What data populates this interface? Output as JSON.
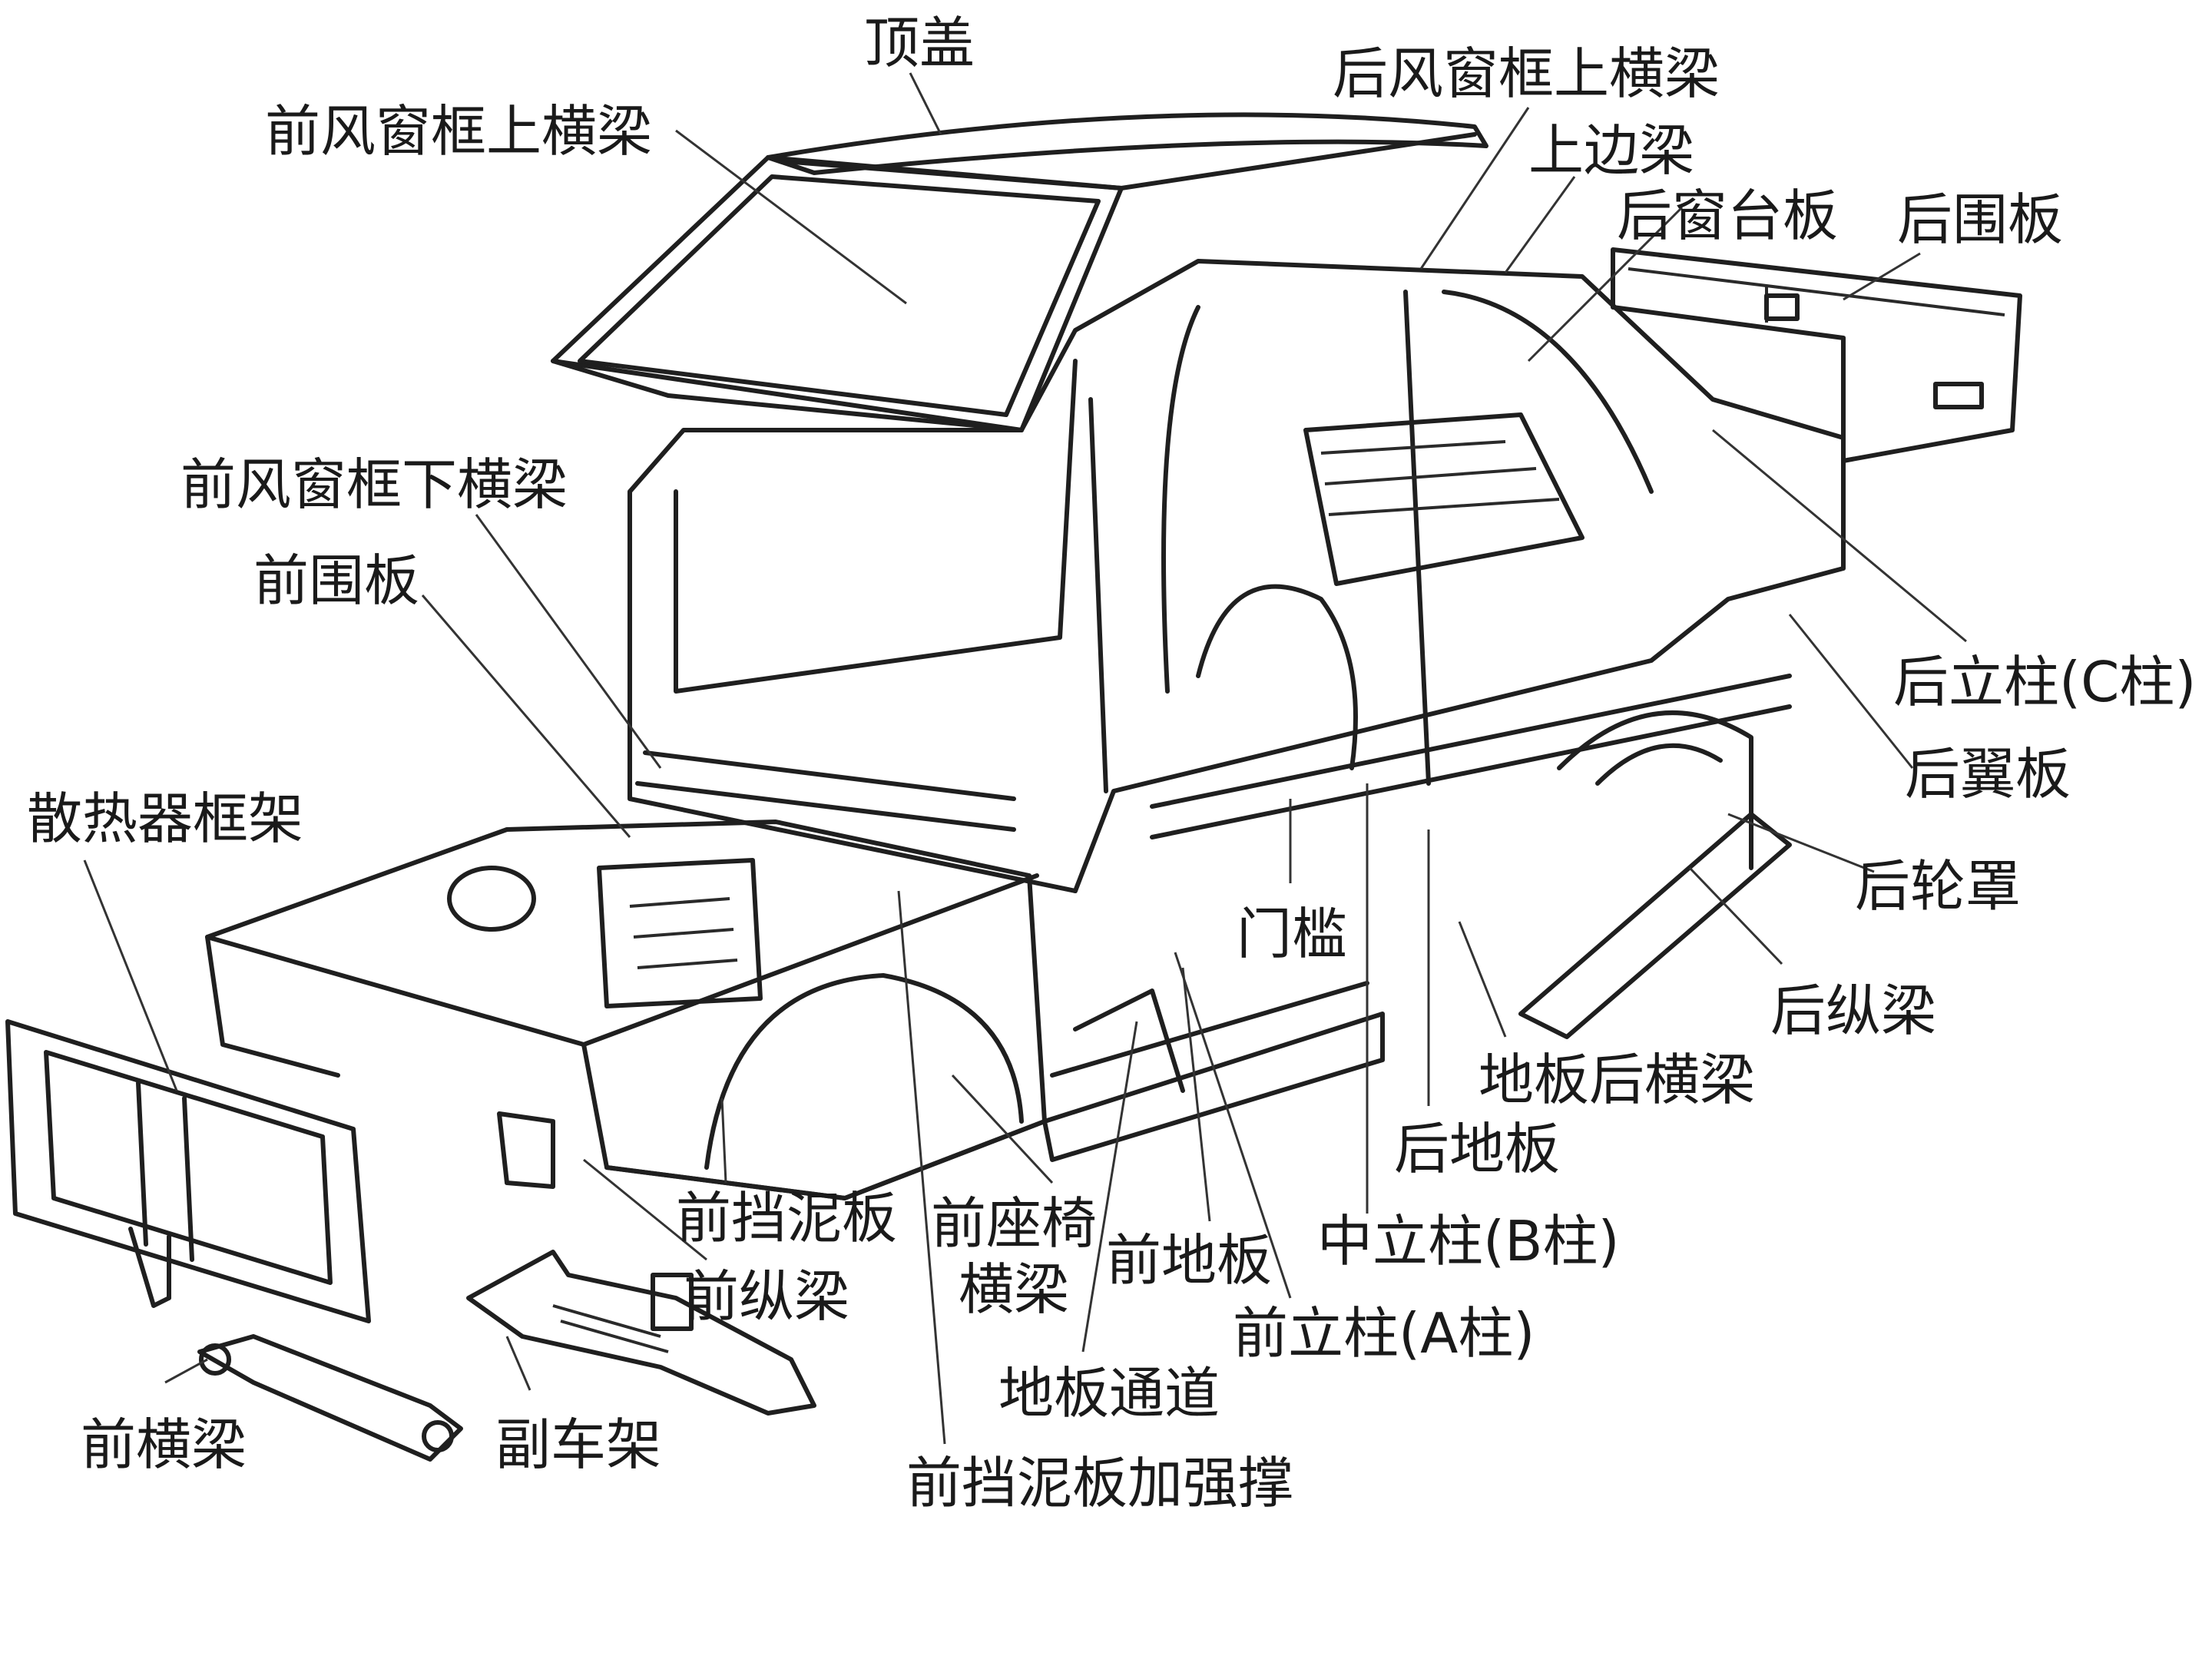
{
  "labels": {
    "roof": "顶盖",
    "rear_window_upper_rail": "后风窗框上横梁",
    "front_window_upper_rail": "前风窗框上横梁",
    "upper_side_rail": "上边梁",
    "rear_window_shelf": "后窗台板",
    "rear_panel": "后围板",
    "front_window_lower_rail": "前风窗框下横梁",
    "dash_panel": "前围板",
    "rear_pillar": "后立柱(C柱)",
    "rear_fender": "后翼板",
    "radiator_frame": "散热器框架",
    "rear_wheel_house": "后轮罩",
    "door_sill": "门槛",
    "rear_longitudinal_beam": "后纵梁",
    "rear_floor_crossmember": "地板后横梁",
    "rear_floor": "后地板",
    "front_fender": "前挡泥板",
    "front_seat_crossmember": "前座椅横梁",
    "front_floor": "前地板",
    "center_pillar": "中立柱(B柱)",
    "front_longitudinal_beam": "前纵梁",
    "front_pillar": "前立柱(A柱)",
    "floor_tunnel": "地板通道",
    "front_crossmember": "前横梁",
    "subframe": "副车架",
    "front_fender_brace": "前挡泥板加强撑"
  }
}
